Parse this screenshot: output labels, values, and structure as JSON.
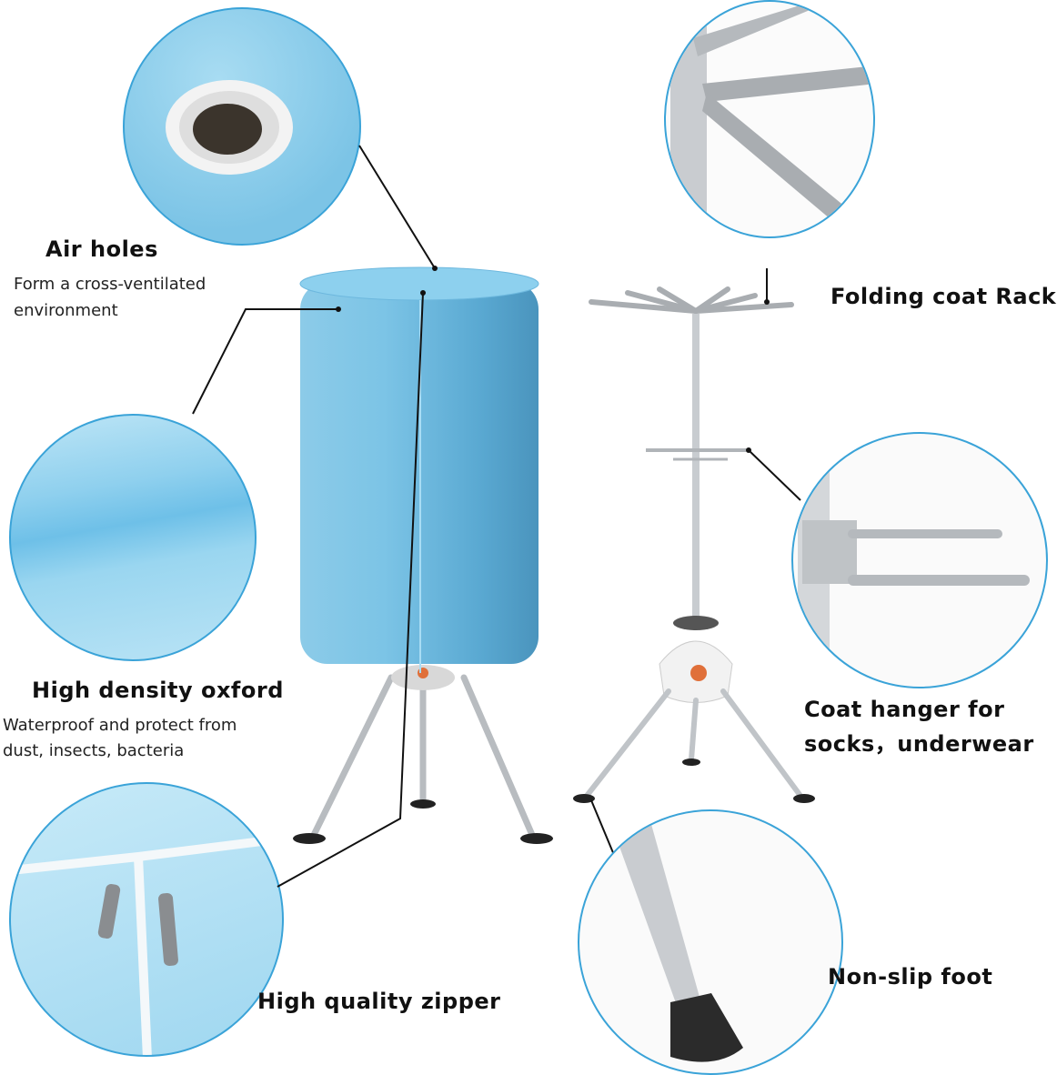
{
  "features": [
    {
      "title": "Air holes",
      "lines": [
        "Form a cross-ventilated",
        "environment"
      ]
    },
    {
      "title": "High density oxford",
      "lines": [
        "Waterproof and protect from",
        "dust, insects, bacteria"
      ]
    },
    {
      "title": "High quality zipper",
      "lines": []
    },
    {
      "title": "Folding coat Rack",
      "lines": []
    },
    {
      "title": "Coat hanger for",
      "lines": [
        "socks，underwear"
      ]
    },
    {
      "title": "Non-slip foot",
      "lines": []
    }
  ],
  "colors": {
    "fabric": "#7cc4e6",
    "fabric_dark": "#5aa9d2",
    "outline": "#3aa3d8",
    "metal": "#c8ccd0",
    "plastic_gray": "#a9adb1"
  }
}
